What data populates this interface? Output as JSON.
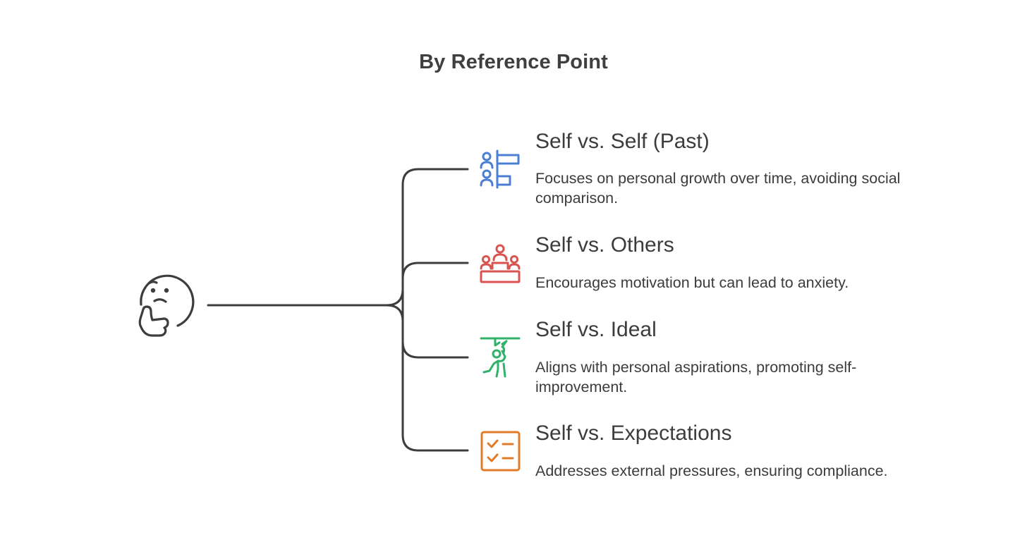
{
  "title": "By Reference Point",
  "branches": [
    {
      "title": "Self vs. Self (Past)",
      "description": "Focuses on personal growth over time, avoiding social comparison.",
      "icon": "people-progress-bars-icon",
      "color": "#4a7fd4"
    },
    {
      "title": "Self vs. Others",
      "description": "Encourages motivation but can lead to anxiety.",
      "icon": "podium-people-icon",
      "color": "#d9534f"
    },
    {
      "title": "Self vs. Ideal",
      "description": "Aligns with personal aspirations, promoting self-improvement.",
      "icon": "person-reaching-icon",
      "color": "#2fb36b"
    },
    {
      "title": "Self vs. Expectations",
      "description": "Addresses external pressures, ensuring compliance.",
      "icon": "checklist-icon",
      "color": "#e07b2a"
    }
  ],
  "root_icon": "thinking-face-icon",
  "line_color": "#3d3d3d"
}
